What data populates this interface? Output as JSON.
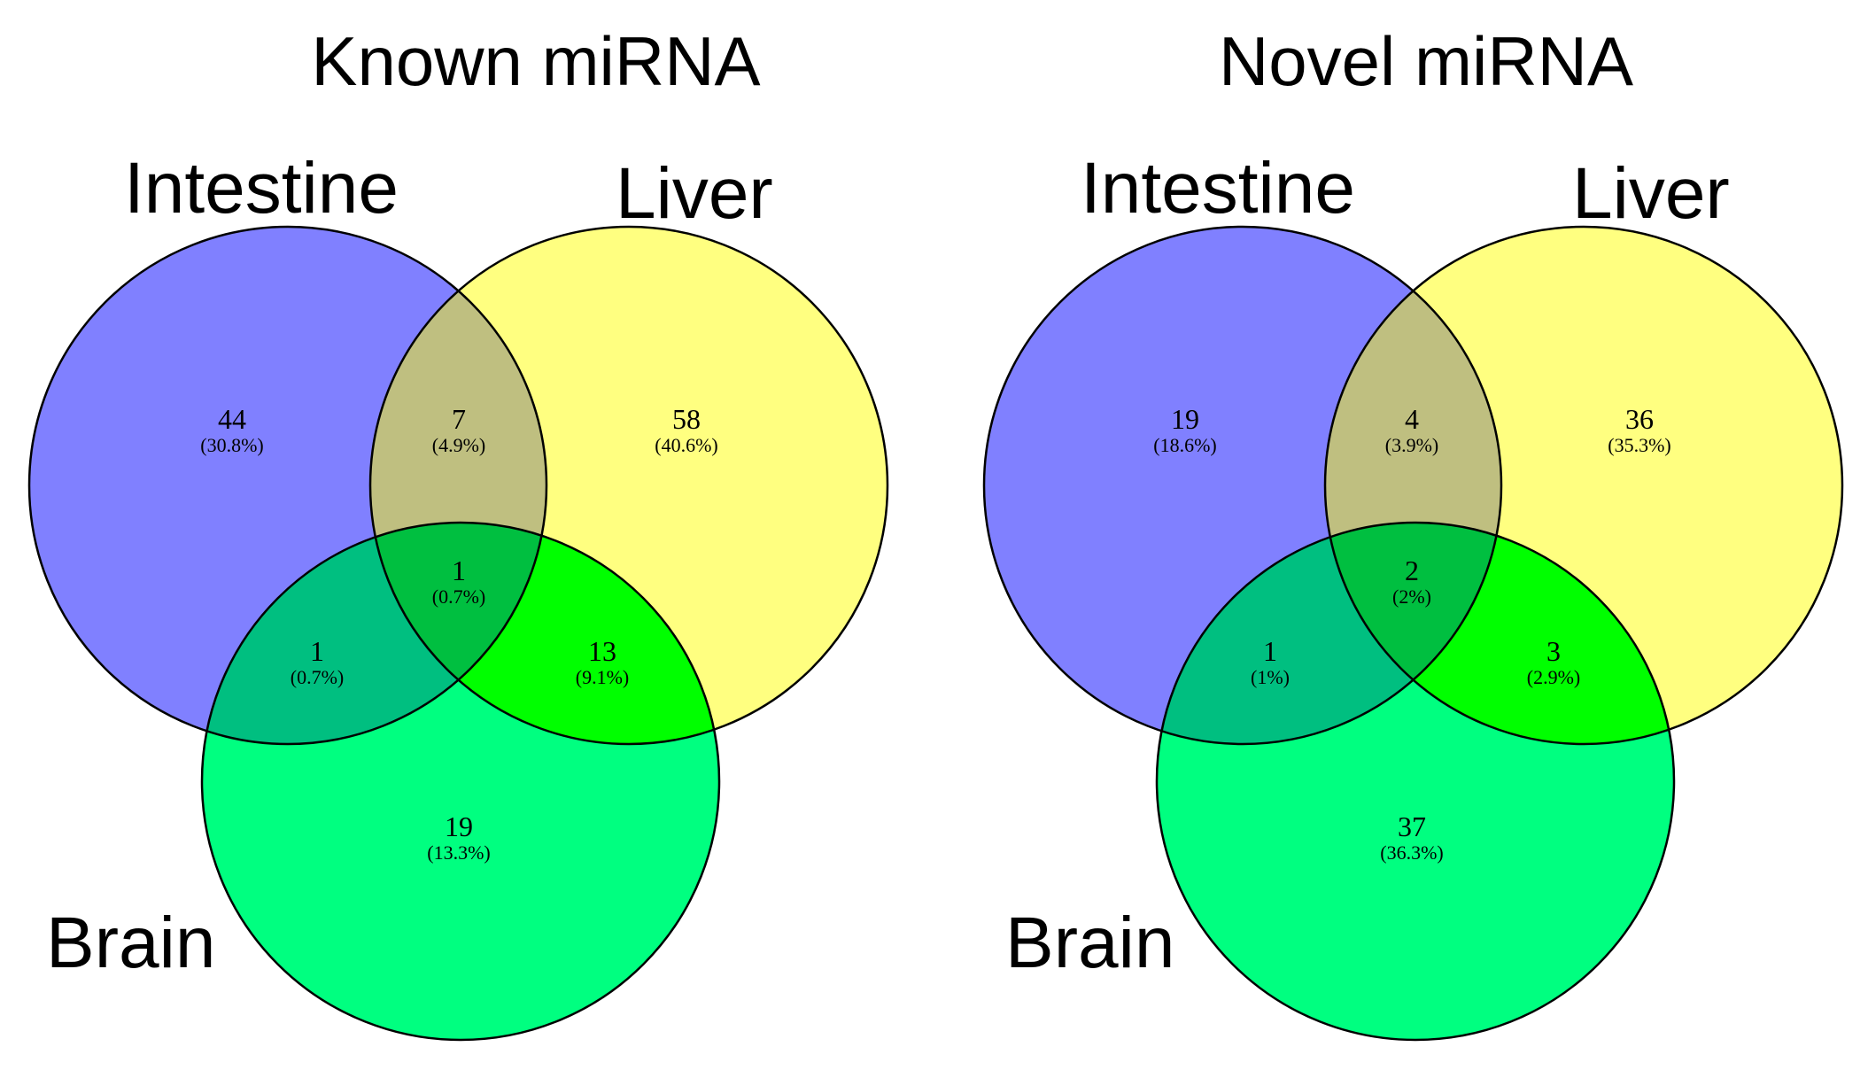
{
  "colors": {
    "intestine": "#8080ff",
    "liver": "#ffff80",
    "brain": "#00ff80",
    "intestine_liver": "#bfbf80",
    "intestine_brain": "#00bf80",
    "liver_brain": "#00ff00",
    "all": "#00bf40"
  },
  "diagrams": [
    {
      "title": "Known miRNA",
      "sets": [
        "Intestine",
        "Liver",
        "Brain"
      ],
      "regions": {
        "intestine_only": {
          "count": "44",
          "pct": "(30.8%)"
        },
        "intestine_liver": {
          "count": "7",
          "pct": "(4.9%)"
        },
        "liver_only": {
          "count": "58",
          "pct": "(40.6%)"
        },
        "all": {
          "count": "1",
          "pct": "(0.7%)"
        },
        "intestine_brain": {
          "count": "1",
          "pct": "(0.7%)"
        },
        "liver_brain": {
          "count": "13",
          "pct": "(9.1%)"
        },
        "brain_only": {
          "count": "19",
          "pct": "(13.3%)"
        }
      }
    },
    {
      "title": "Novel miRNA",
      "sets": [
        "Intestine",
        "Liver",
        "Brain"
      ],
      "regions": {
        "intestine_only": {
          "count": "19",
          "pct": "(18.6%)"
        },
        "intestine_liver": {
          "count": "4",
          "pct": "(3.9%)"
        },
        "liver_only": {
          "count": "36",
          "pct": "(35.3%)"
        },
        "all": {
          "count": "2",
          "pct": "(2%)"
        },
        "intestine_brain": {
          "count": "1",
          "pct": "(1%)"
        },
        "liver_brain": {
          "count": "3",
          "pct": "(2.9%)"
        },
        "brain_only": {
          "count": "37",
          "pct": "(36.3%)"
        }
      }
    }
  ]
}
